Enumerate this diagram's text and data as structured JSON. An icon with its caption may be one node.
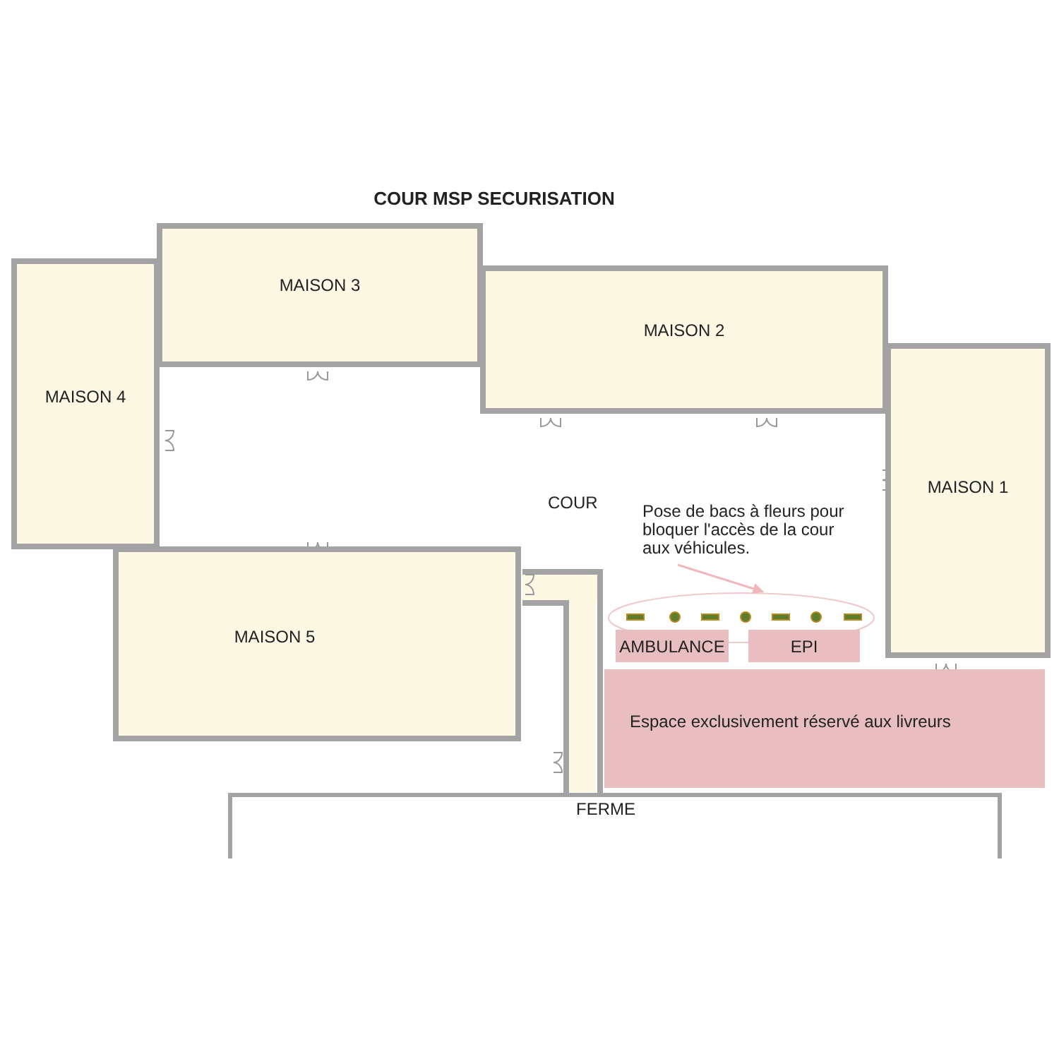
{
  "diagram": {
    "title": "COUR MSP SECURISATION",
    "nodes": [
      {
        "text": [
          "MAISON 3"
        ]
      },
      {
        "text": [
          "MAISON 2"
        ]
      },
      {
        "text": [
          "MAISON 4"
        ]
      },
      {
        "text": [
          "MAISON 1"
        ]
      },
      {
        "text": [
          "Pose de bacs à fleurs pour bloquer l'accès de la cour aux véhicules."
        ]
      },
      {
        "text": [
          "MAISON 5"
        ]
      },
      {
        "text": [],
        "shape": "ellipse"
      },
      {
        "text": [
          "AMBULANCE"
        ]
      },
      {
        "text": [
          "EPI"
        ]
      },
      {
        "text": [
          "Espace exclusivement réservé aux livreurs"
        ]
      }
    ],
    "edges": [
      {
        "from": 4,
        "to": 6,
        "arrow": "to"
      }
    ],
    "labels": [
      "COUR",
      "FERME"
    ]
  }
}
